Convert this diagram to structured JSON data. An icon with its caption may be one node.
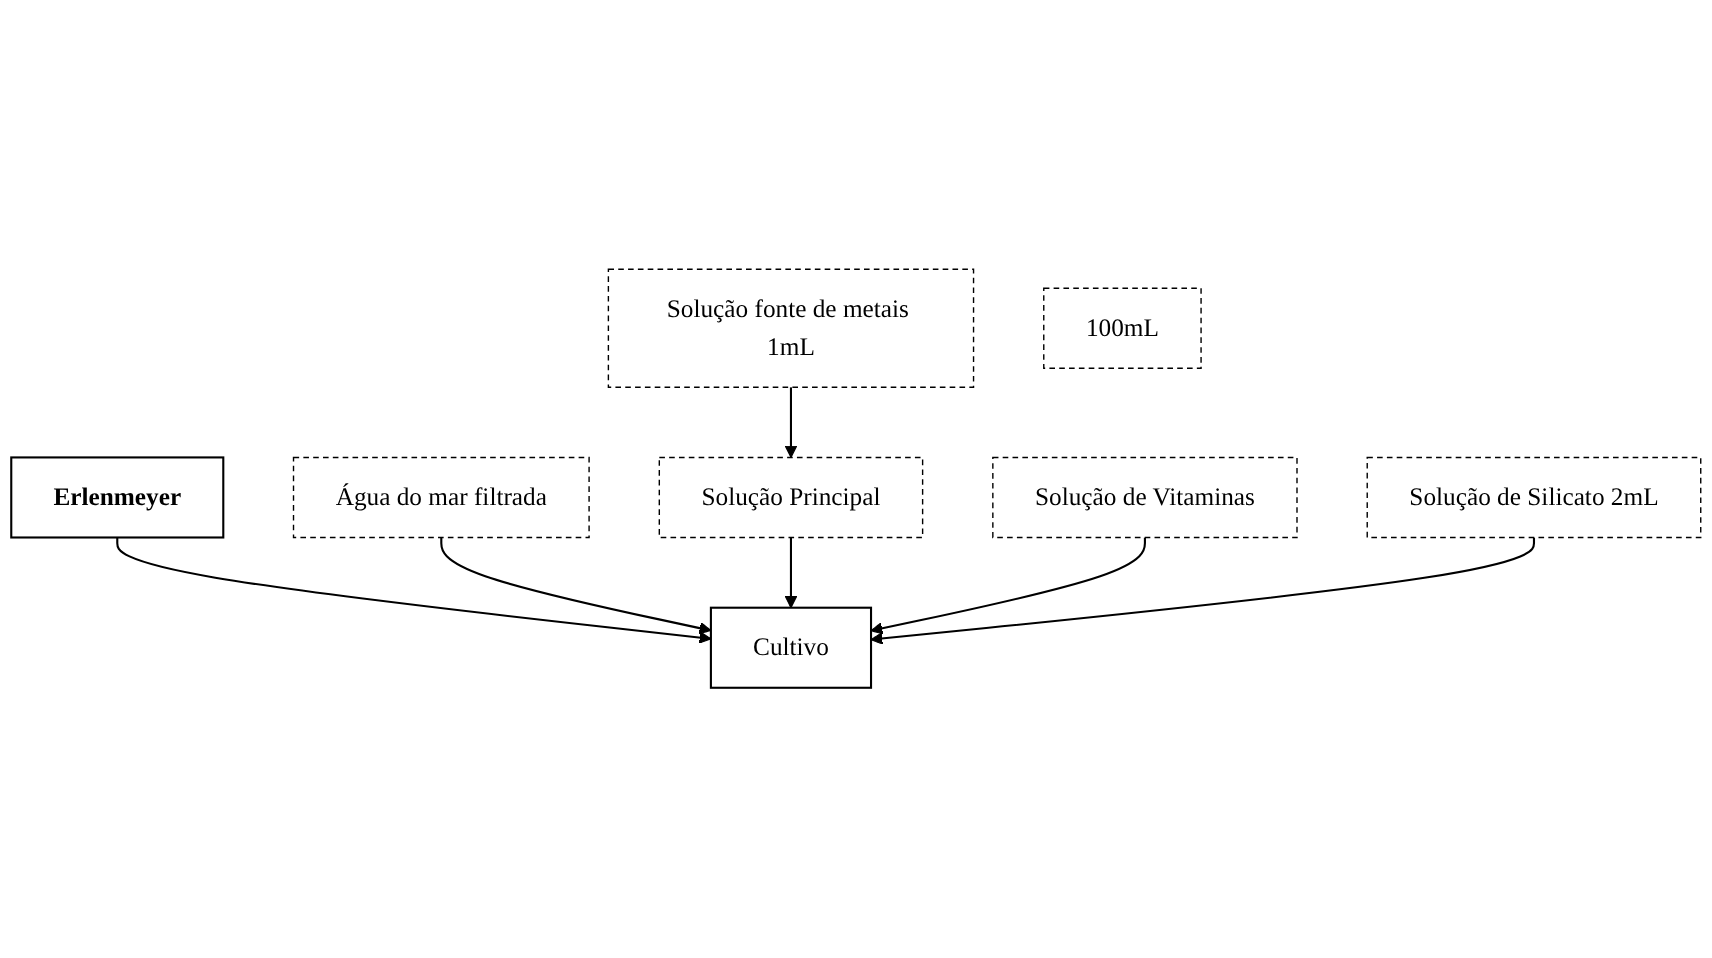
{
  "diagram": {
    "nodes": [
      {
        "text": [
          "Erlenmeyer"
        ]
      },
      {
        "text": [
          "Solução fonte de metais 1mL"
        ]
      },
      {
        "text": [
          "Água do mar filtrada"
        ]
      },
      {
        "text": [
          "Solução Principal"
        ]
      },
      {
        "text": [
          "Solução de Vitaminas"
        ]
      },
      {
        "text": [
          "Solução de Silicato 2mL"
        ]
      },
      {
        "text": [
          "100mL"
        ]
      },
      {
        "text": [
          "Cultivo"
        ]
      }
    ],
    "edges": [
      {
        "from": 0,
        "to": 7,
        "arrow": "to"
      },
      {
        "from": 1,
        "to": 3,
        "arrow": "to"
      },
      {
        "from": 2,
        "to": 7,
        "arrow": "to"
      },
      {
        "from": 3,
        "to": 7,
        "arrow": "to"
      },
      {
        "from": 4,
        "to": 7,
        "arrow": "to"
      },
      {
        "from": 5,
        "to": 7,
        "arrow": "to"
      }
    ]
  }
}
